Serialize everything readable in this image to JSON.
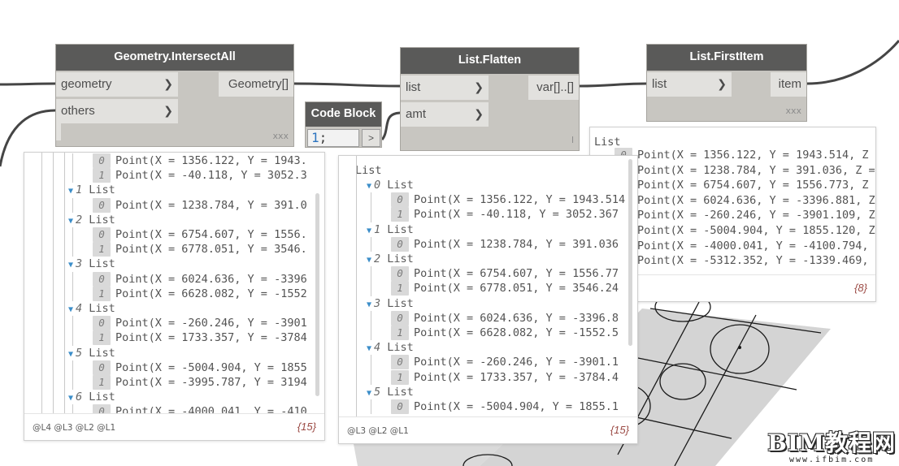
{
  "nodes": {
    "intersect": {
      "title": "Geometry.IntersectAll",
      "inputs": [
        "geometry",
        "others"
      ],
      "output": "Geometry[]",
      "lacing": "xxx"
    },
    "codeblock": {
      "title": "Code Block",
      "code_num": "1",
      "code_rest": ";",
      "output_glyph": ">"
    },
    "flatten": {
      "title": "List.Flatten",
      "inputs": [
        "list",
        "amt"
      ],
      "output": "var[]..[]",
      "lacing": "l"
    },
    "firstitem": {
      "title": "List.FirstItem",
      "inputs": [
        "list"
      ],
      "output": "item",
      "lacing": "xxx"
    }
  },
  "previews": {
    "intersect": {
      "lines": [
        {
          "type": "item",
          "idx": "0",
          "text": "Point(X = 1356.122, Y = 1943."
        },
        {
          "type": "item",
          "idx": "1",
          "text": "Point(X = -40.118, Y = 3052.3"
        },
        {
          "type": "list",
          "idx": "1",
          "text": "List"
        },
        {
          "type": "item",
          "idx": "0",
          "text": "Point(X = 1238.784, Y = 391.0"
        },
        {
          "type": "list",
          "idx": "2",
          "text": "List"
        },
        {
          "type": "item",
          "idx": "0",
          "text": "Point(X = 6754.607, Y = 1556."
        },
        {
          "type": "item",
          "idx": "1",
          "text": "Point(X = 6778.051, Y = 3546."
        },
        {
          "type": "list",
          "idx": "3",
          "text": "List"
        },
        {
          "type": "item",
          "idx": "0",
          "text": "Point(X = 6024.636, Y = -3396"
        },
        {
          "type": "item",
          "idx": "1",
          "text": "Point(X = 6628.082, Y = -1552"
        },
        {
          "type": "list",
          "idx": "4",
          "text": "List"
        },
        {
          "type": "item",
          "idx": "0",
          "text": "Point(X = -260.246, Y = -3901"
        },
        {
          "type": "item",
          "idx": "1",
          "text": "Point(X = 1733.357, Y = -3784"
        },
        {
          "type": "list",
          "idx": "5",
          "text": "List"
        },
        {
          "type": "item",
          "idx": "0",
          "text": "Point(X = -5004.904, Y = 1855"
        },
        {
          "type": "item",
          "idx": "1",
          "text": "Point(X = -3995.787, Y = 3194"
        },
        {
          "type": "list",
          "idx": "6",
          "text": "List"
        },
        {
          "type": "item",
          "idx": "0",
          "text": "Point(X = -4000.041, Y = -410"
        }
      ],
      "levels": "@L4 @L3 @L2 @L1",
      "count": "{15}"
    },
    "flatten": {
      "root": "List",
      "lines": [
        {
          "type": "list",
          "idx": "0",
          "text": "List"
        },
        {
          "type": "item",
          "idx": "0",
          "text": "Point(X = 1356.122, Y = 1943.514"
        },
        {
          "type": "item",
          "idx": "1",
          "text": "Point(X = -40.118, Y = 3052.367"
        },
        {
          "type": "list",
          "idx": "1",
          "text": "List"
        },
        {
          "type": "item",
          "idx": "0",
          "text": "Point(X = 1238.784, Y = 391.036"
        },
        {
          "type": "list",
          "idx": "2",
          "text": "List"
        },
        {
          "type": "item",
          "idx": "0",
          "text": "Point(X = 6754.607, Y = 1556.77"
        },
        {
          "type": "item",
          "idx": "1",
          "text": "Point(X = 6778.051, Y = 3546.24"
        },
        {
          "type": "list",
          "idx": "3",
          "text": "List"
        },
        {
          "type": "item",
          "idx": "0",
          "text": "Point(X = 6024.636, Y = -3396.8"
        },
        {
          "type": "item",
          "idx": "1",
          "text": "Point(X = 6628.082, Y = -1552.5"
        },
        {
          "type": "list",
          "idx": "4",
          "text": "List"
        },
        {
          "type": "item",
          "idx": "0",
          "text": "Point(X = -260.246, Y = -3901.1"
        },
        {
          "type": "item",
          "idx": "1",
          "text": "Point(X = 1733.357, Y = -3784.4"
        },
        {
          "type": "list",
          "idx": "5",
          "text": "List"
        },
        {
          "type": "item",
          "idx": "0",
          "text": "Point(X = -5004.904, Y = 1855.1"
        }
      ],
      "levels": "@L3 @L2 @L1",
      "count": "{15}"
    },
    "firstitem": {
      "root": "List",
      "lines": [
        {
          "type": "item",
          "idx": "0",
          "text": "Point(X = 1356.122, Y = 1943.514, Z ="
        },
        {
          "type": "item",
          "idx": "1",
          "text": "Point(X = 1238.784, Y = 391.036, Z ="
        },
        {
          "type": "item",
          "idx": "2",
          "text": "Point(X = 6754.607, Y = 1556.773, Z ="
        },
        {
          "type": "item",
          "idx": "3",
          "text": "Point(X = 6024.636, Y = -3396.881, Z"
        },
        {
          "type": "item",
          "idx": "4",
          "text": "Point(X = -260.246, Y = -3901.109, Z"
        },
        {
          "type": "item",
          "idx": "5",
          "text": "Point(X = -5004.904, Y = 1855.120, Z"
        },
        {
          "type": "item",
          "idx": "6",
          "text": "Point(X = -4000.041, Y = -4100.794, Z"
        },
        {
          "type": "item",
          "idx": "7",
          "text": "Point(X = -5312.352, Y = -1339.469, Z"
        }
      ],
      "count": "{8}"
    }
  },
  "watermark": {
    "big": "BIM教程网",
    "small": "www.ifbim.com"
  }
}
